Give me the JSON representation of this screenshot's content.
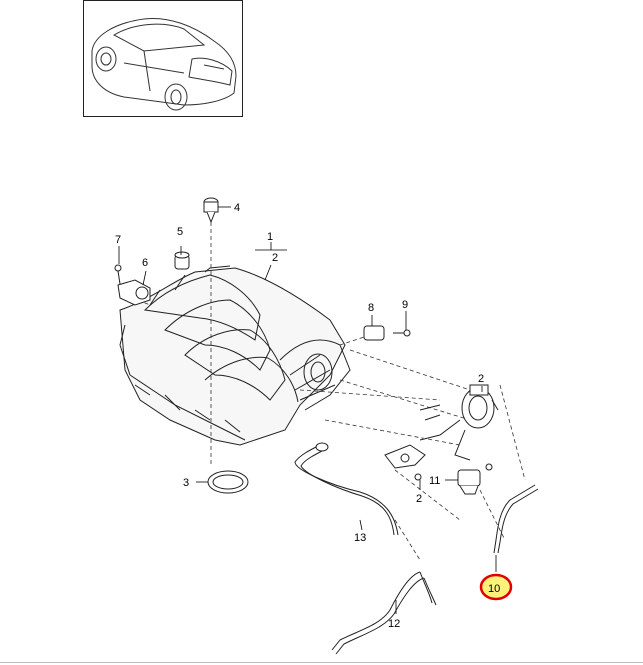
{
  "diagram": {
    "highlight_color": "#e00000",
    "highlight_fill": "#fff27a",
    "highlighted_part": "10",
    "callouts": [
      {
        "id": "c1",
        "label": "1"
      },
      {
        "id": "c2a",
        "label": "2"
      },
      {
        "id": "c2b",
        "label": "2"
      },
      {
        "id": "c2c",
        "label": "2"
      },
      {
        "id": "c3",
        "label": "3"
      },
      {
        "id": "c4",
        "label": "4"
      },
      {
        "id": "c5",
        "label": "5"
      },
      {
        "id": "c6",
        "label": "6"
      },
      {
        "id": "c7",
        "label": "7"
      },
      {
        "id": "c8",
        "label": "8"
      },
      {
        "id": "c9",
        "label": "9"
      },
      {
        "id": "c10",
        "label": "10"
      },
      {
        "id": "c11",
        "label": "11"
      },
      {
        "id": "c12",
        "label": "12"
      },
      {
        "id": "c13",
        "label": "13"
      }
    ]
  }
}
